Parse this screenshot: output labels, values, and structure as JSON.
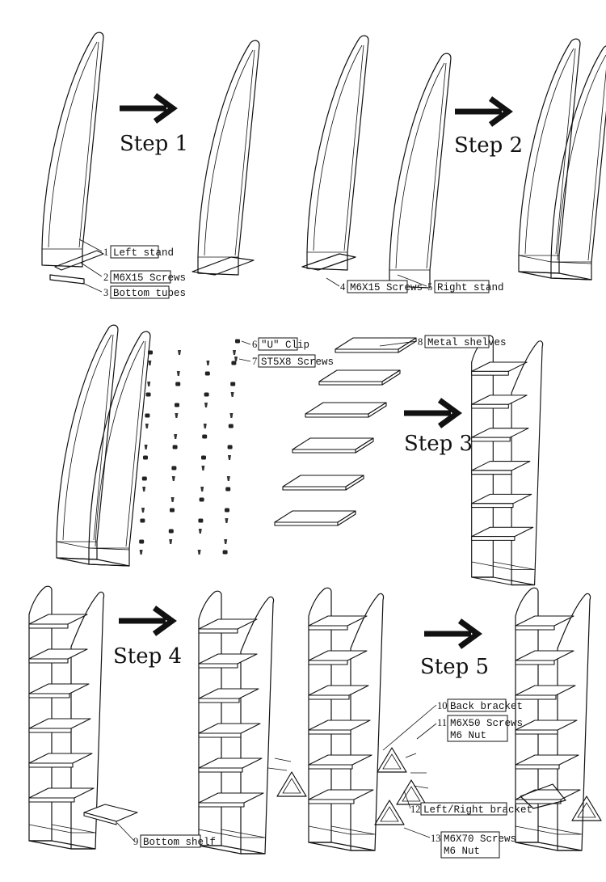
{
  "steps": [
    {
      "label": "Step 1"
    },
    {
      "label": "Step 2"
    },
    {
      "label": "Step 3"
    },
    {
      "label": "Step 4"
    },
    {
      "label": "Step 5"
    }
  ],
  "parts": [
    {
      "num": "1",
      "name": "Left stand"
    },
    {
      "num": "2",
      "name": "M6X15 Screws"
    },
    {
      "num": "3",
      "name": "Bottom tubes"
    },
    {
      "num": "4",
      "name": "M6X15 Screws"
    },
    {
      "num": "5",
      "name": "Right stand"
    },
    {
      "num": "6",
      "name": "\"U\" Clip"
    },
    {
      "num": "7",
      "name": "ST5X8 Screws"
    },
    {
      "num": "8",
      "name": "Metal shelves"
    },
    {
      "num": "9",
      "name": "Bottom shelf"
    },
    {
      "num": "10",
      "name": "Back bracket"
    },
    {
      "num": "11",
      "name": "M6X50 Screws",
      "extra": "M6 Nut"
    },
    {
      "num": "12",
      "name": "Left/Right bracket"
    },
    {
      "num": "13",
      "name": "M6X70 Screws",
      "extra": "M6 Nut"
    }
  ]
}
